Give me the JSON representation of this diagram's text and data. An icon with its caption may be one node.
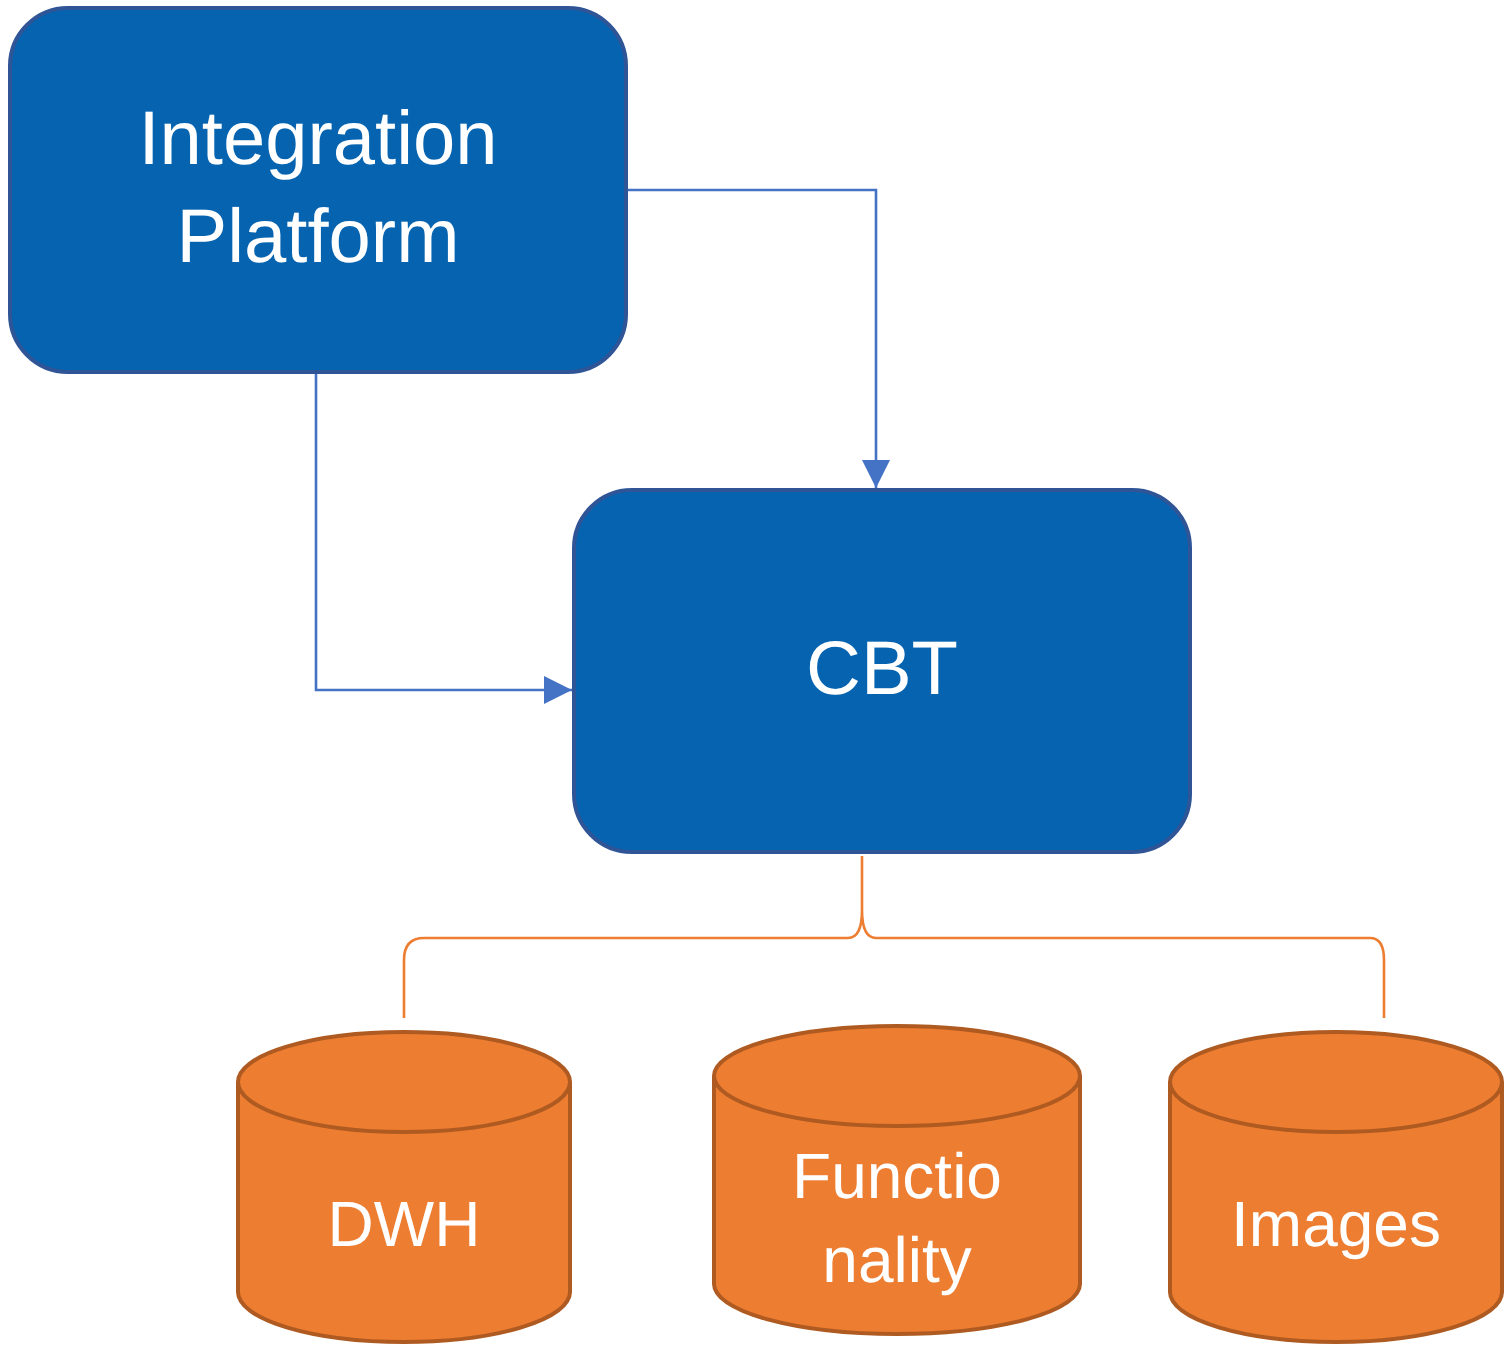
{
  "diagram": {
    "nodes": [
      {
        "text": [
          "Integration Platform"
        ]
      },
      {
        "text": [
          "CBT"
        ]
      },
      {
        "text": [
          "DWH"
        ]
      },
      {
        "text": [
          "Functio nality"
        ]
      },
      {
        "text": [
          "Images"
        ]
      }
    ],
    "edges": [
      {
        "from": 0,
        "to": 1,
        "arrow": "to"
      },
      {
        "from": 0,
        "to": 1,
        "arrow": "to"
      }
    ]
  }
}
